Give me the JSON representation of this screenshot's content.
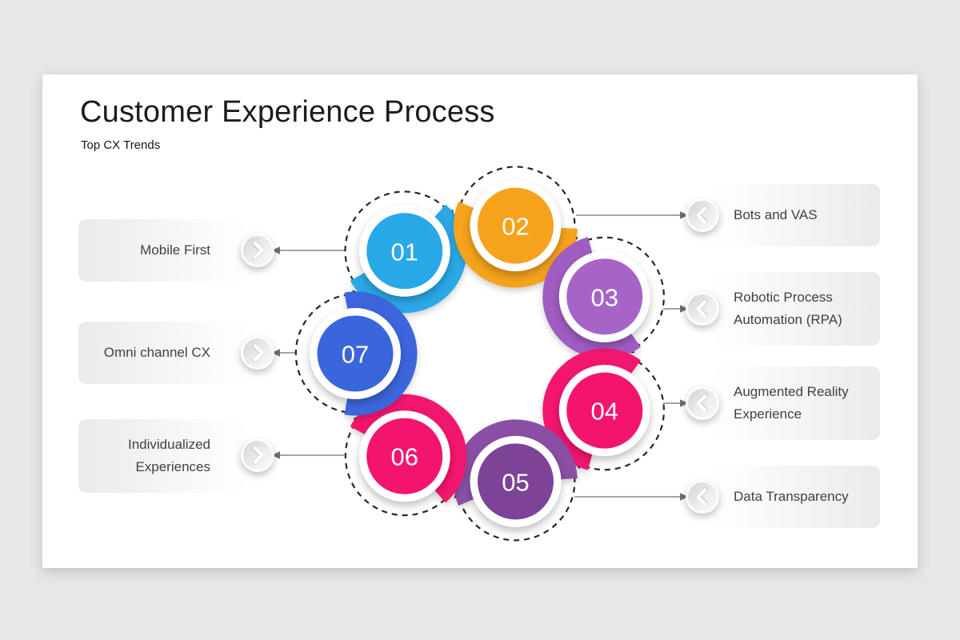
{
  "slide": {
    "title": "Customer Experience Process",
    "subtitle": "Top CX Trends"
  },
  "diagram": {
    "steps": [
      {
        "number": "01",
        "color": "#29A8E8",
        "arc_color": "#29A8E8",
        "label": "Mobile First"
      },
      {
        "number": "02",
        "color": "#F6A21C",
        "arc_color": "#F6A21C",
        "label": "Bots and VAS"
      },
      {
        "number": "03",
        "color": "#A764C7",
        "arc_color": "#A05BC2",
        "label": "Robotic Process Automation (RPA)"
      },
      {
        "number": "04",
        "color": "#F3146E",
        "arc_color": "#F3146E",
        "label": "Augmented Reality Experience"
      },
      {
        "number": "05",
        "color": "#7C4397",
        "arc_color": "#8A4FA4",
        "label": "Data Transparency"
      },
      {
        "number": "06",
        "color": "#F3146E",
        "arc_color": "#F3146E",
        "label": "Individualized Experiences"
      },
      {
        "number": "07",
        "color": "#3A66DC",
        "arc_color": "#3A66DC",
        "label": "Omni channel CX"
      }
    ]
  },
  "callouts": {
    "left": [
      {
        "text": "Mobile First",
        "step": "01"
      },
      {
        "text": "Omni channel CX",
        "step": "07"
      },
      {
        "text": "Individualized Experiences",
        "step": "06"
      }
    ],
    "right": [
      {
        "text": "Bots and VAS",
        "step": "02"
      },
      {
        "text": "Robotic Process Automation (RPA)",
        "step": "03"
      },
      {
        "text": "Augmented Reality Experience",
        "step": "04"
      },
      {
        "text": "Data Transparency",
        "step": "05"
      }
    ]
  },
  "colors": {
    "page_background": "#E8E6E7",
    "card_background": "#FFFFFF",
    "title_text": "#1C1C1C",
    "label_text": "#414141",
    "connector": "#6F6F6F",
    "dashed_ring": "#262626"
  }
}
